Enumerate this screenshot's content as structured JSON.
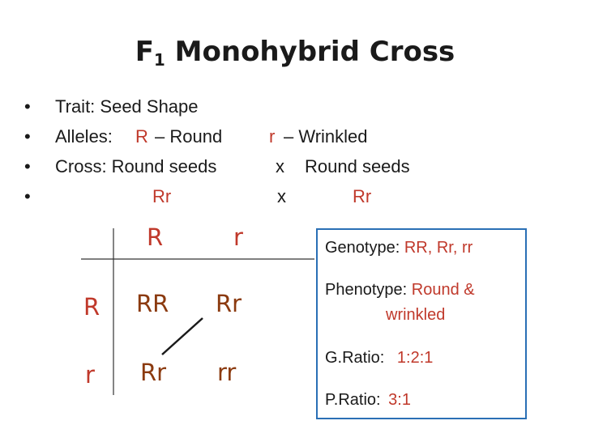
{
  "title": {
    "main": "F",
    "sub": "1",
    "rest": " Monohybrid Cross"
  },
  "bullets": [
    {
      "dot": "•",
      "parts": [
        {
          "text": "Trait: Seed Shape",
          "red": false
        }
      ]
    },
    {
      "dot": "•",
      "parts": [
        {
          "text": "Alleles:",
          "red": false
        },
        {
          "text": "R",
          "red": true
        },
        {
          "text": "– Round",
          "red": false
        },
        {
          "text": "r",
          "red": true
        },
        {
          "text": "– Wrinkled",
          "red": false
        }
      ]
    },
    {
      "dot": "•",
      "parts": [
        {
          "text": "Cross:  Round seeds",
          "red": false
        },
        {
          "text": "x",
          "red": false
        },
        {
          "text": "Round seeds",
          "red": false
        }
      ]
    },
    {
      "dot": "•",
      "parts": [
        {
          "text": "Rr",
          "red": true
        },
        {
          "text": "x",
          "red": false
        },
        {
          "text": "Rr",
          "red": true
        }
      ]
    }
  ],
  "punnett": {
    "col_headers": [
      "R",
      "r"
    ],
    "row_headers": [
      "R",
      "r"
    ],
    "cells": [
      [
        "RR",
        "Rr"
      ],
      [
        "Rr",
        "rr"
      ]
    ]
  },
  "summary": {
    "genotype_label": "Genotype:",
    "genotype_value": "RR, Rr, rr",
    "phenotype_label": "Phenotype:",
    "phenotype_value_1": "Round &",
    "phenotype_value_2": "wrinkled",
    "gratio_label": "G.Ratio:",
    "gratio_value": "1:2:1",
    "pratio_label": "P.Ratio:",
    "pratio_value": "3:1"
  },
  "colors": {
    "red_text": "#c0392b",
    "punnett_text": "#8B3A0F",
    "box_border": "#2a6fb5"
  }
}
